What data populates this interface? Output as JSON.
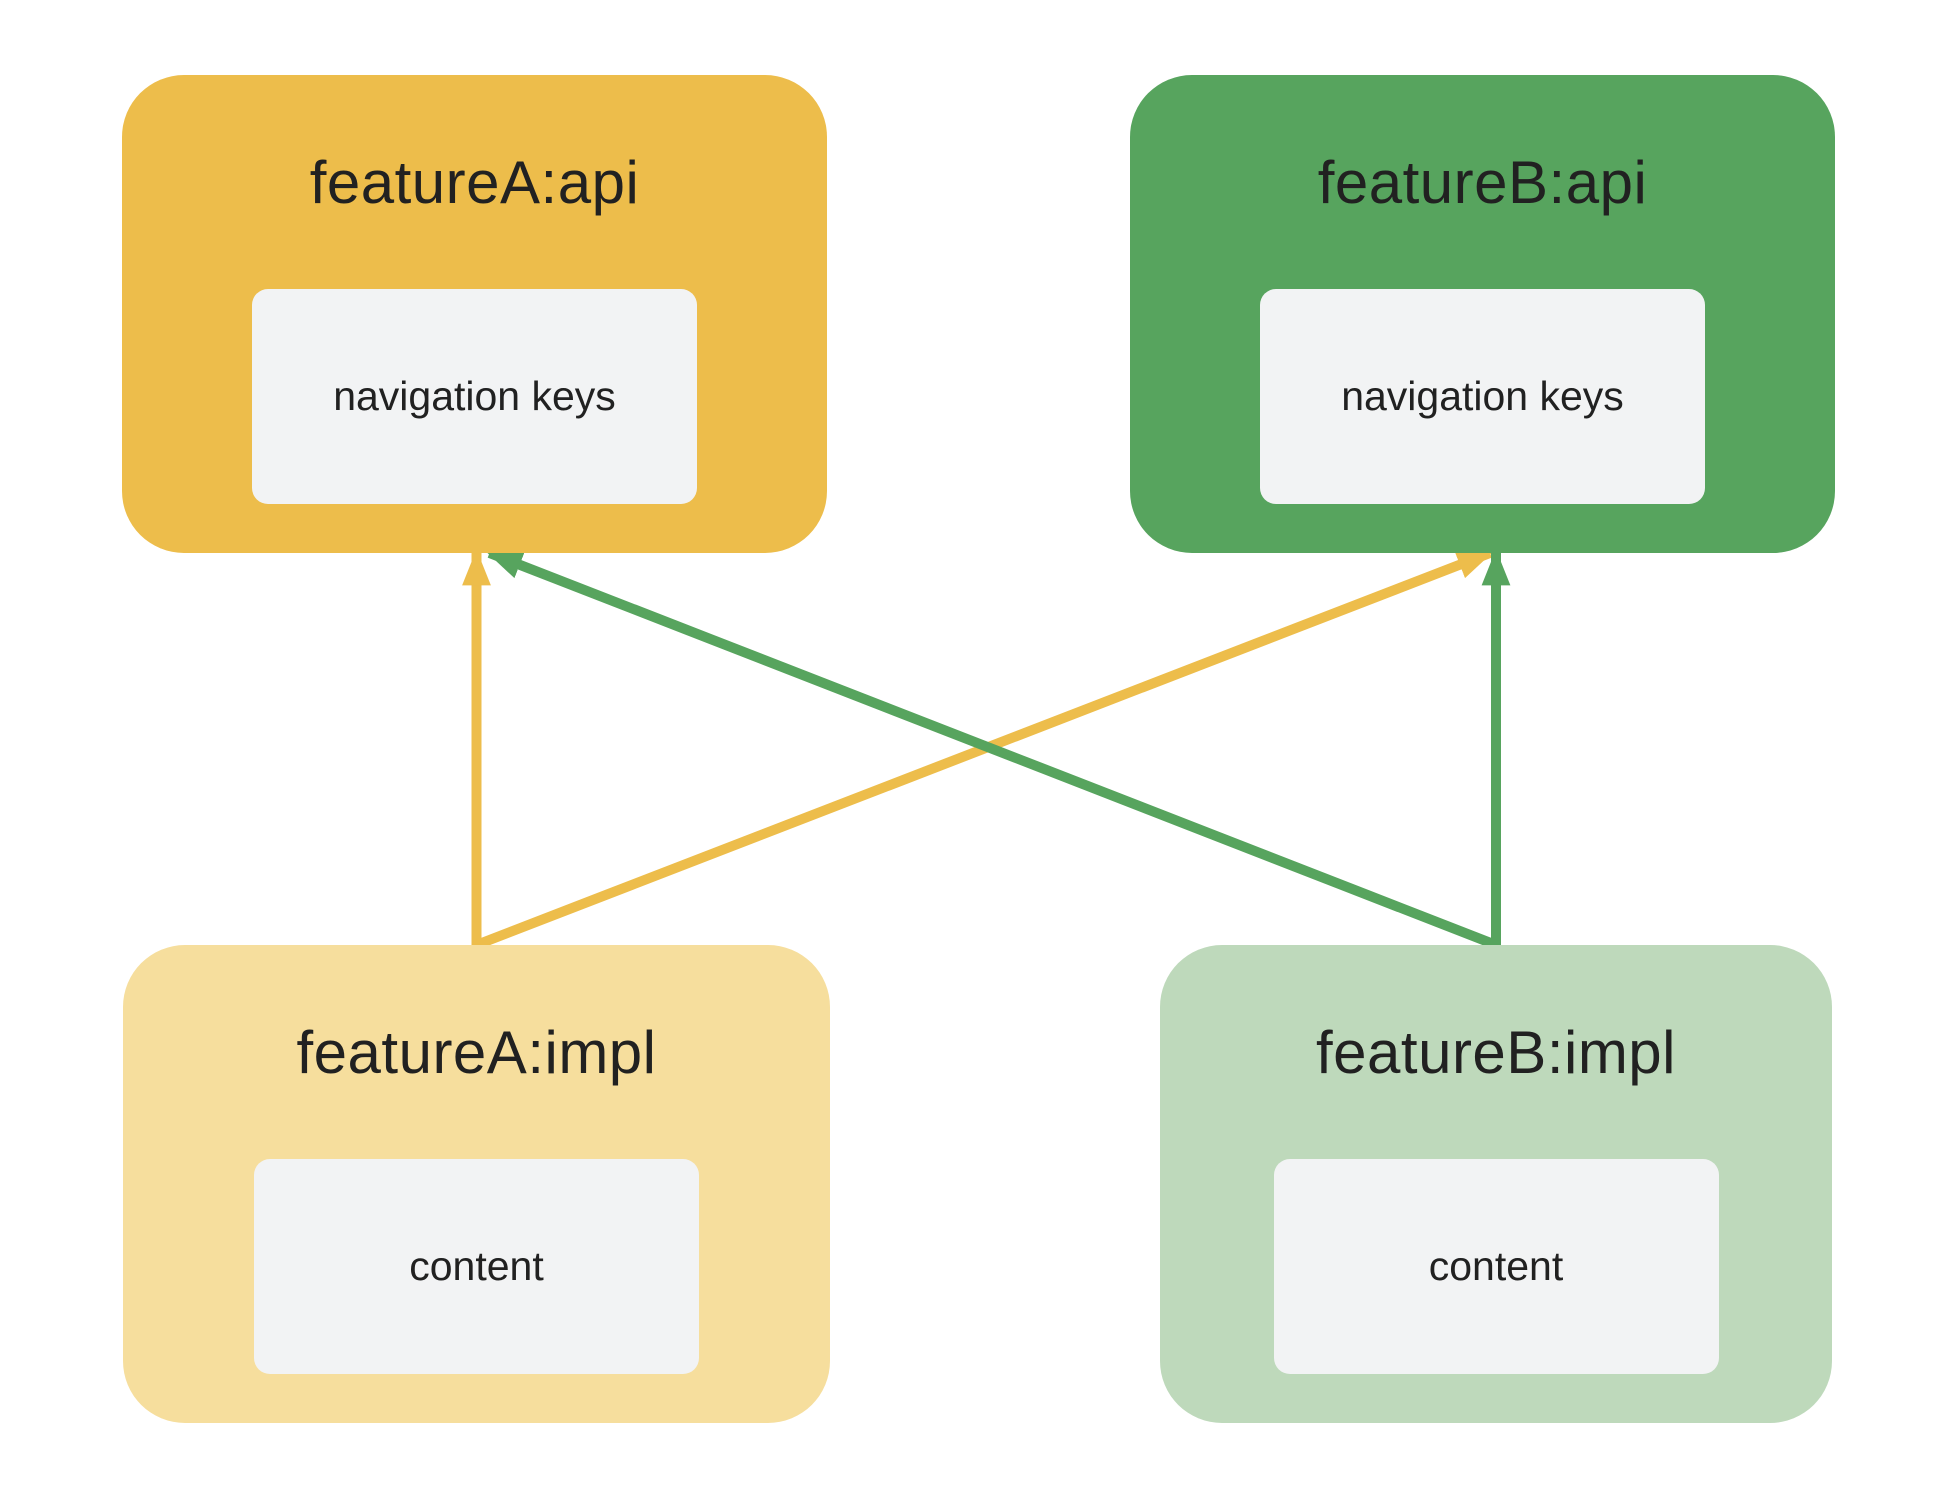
{
  "diagram": {
    "background_color": "#ffffff",
    "colors": {
      "yellow_strong": "#EDBD4B",
      "yellow_light": "#F6DE9D",
      "green_strong": "#57A45E",
      "green_light": "#BED9BB",
      "yellow_arrow": "#EDBD4B",
      "green_arrow": "#57A45E",
      "inner_box": "#F2F3F4",
      "text": "#212121"
    },
    "nodes": [
      {
        "id": "featureA-api",
        "title": "featureA:api",
        "inner_label": "navigation keys",
        "kind": "api module",
        "color_key": "yellow_strong"
      },
      {
        "id": "featureB-api",
        "title": "featureB:api",
        "inner_label": "navigation keys",
        "kind": "api module",
        "color_key": "green_strong"
      },
      {
        "id": "featureA-impl",
        "title": "featureA:impl",
        "inner_label": "content",
        "kind": "impl module",
        "color_key": "yellow_light"
      },
      {
        "id": "featureB-impl",
        "title": "featureB:impl",
        "inner_label": "content",
        "kind": "impl module",
        "color_key": "green_light"
      }
    ],
    "edges": [
      {
        "from": "featureA-impl",
        "to": "featureA-api",
        "color_key": "yellow_arrow"
      },
      {
        "from": "featureA-impl",
        "to": "featureB-api",
        "color_key": "yellow_arrow"
      },
      {
        "from": "featureB-impl",
        "to": "featureB-api",
        "color_key": "green_arrow"
      },
      {
        "from": "featureB-impl",
        "to": "featureA-api",
        "color_key": "green_arrow"
      }
    ]
  }
}
